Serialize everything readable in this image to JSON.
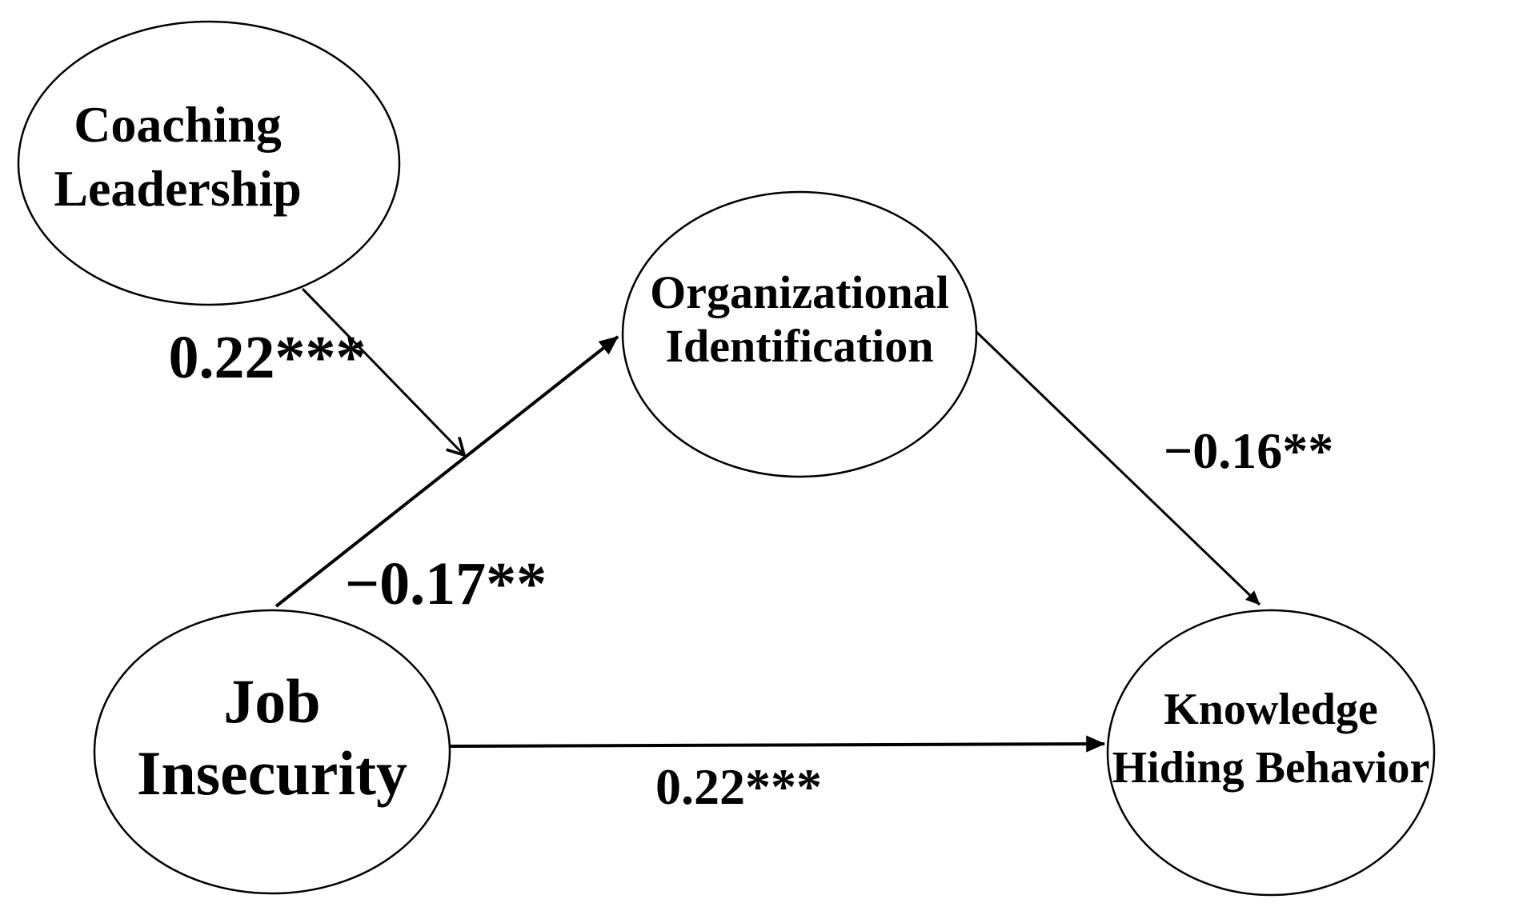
{
  "figure": {
    "type": "sem-path-diagram",
    "colors": {
      "background": "#ffffff",
      "line": "#000000",
      "text": "#000000"
    },
    "nodes": {
      "coaching_leadership": {
        "line1": "Coaching",
        "line2": "Leadership"
      },
      "organizational_identification": {
        "line1": "Organizational",
        "line2": "Identification"
      },
      "job_insecurity": {
        "line1": "Job",
        "line2": "Insecurity"
      },
      "knowledge_hiding_behavior": {
        "line1": "Knowledge",
        "line2": "Hiding Behavior"
      }
    },
    "edges": {
      "ji_to_oi": {
        "from": "Job Insecurity",
        "to": "Organizational Identification",
        "coefficient": "−0.17**"
      },
      "cl_to_ji_oi_path": {
        "from": "Coaching Leadership",
        "to": "Job Insecurity → Organizational Identification path",
        "coefficient": "0.22***"
      },
      "oi_to_khb": {
        "from": "Organizational Identification",
        "to": "Knowledge Hiding Behavior",
        "coefficient": "−0.16**"
      },
      "ji_to_khb": {
        "from": "Job Insecurity",
        "to": "Knowledge Hiding Behavior",
        "coefficient": "0.22***"
      }
    }
  }
}
